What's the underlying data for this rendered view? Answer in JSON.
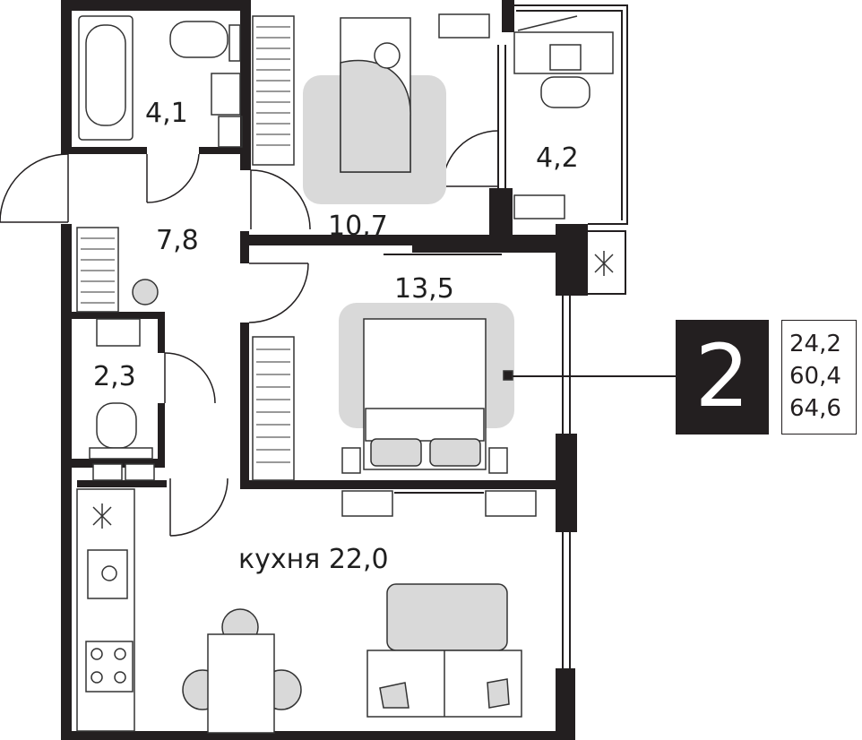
{
  "rooms": {
    "bathroom": "4,1",
    "hall": "7,8",
    "bedroom_small": "10,7",
    "balcony": "4,2",
    "bedroom_large": "13,5",
    "wc": "2,3",
    "kitchen": "кухня 22,0"
  },
  "summary": {
    "room_count": "2",
    "living_area": "24,2",
    "total_area": "60,4",
    "total_area_with_balcony": "64,6"
  },
  "colors": {
    "wall": "#231f20",
    "furniture_fill": "#d9d9d9",
    "furniture_stroke": "#333333"
  }
}
